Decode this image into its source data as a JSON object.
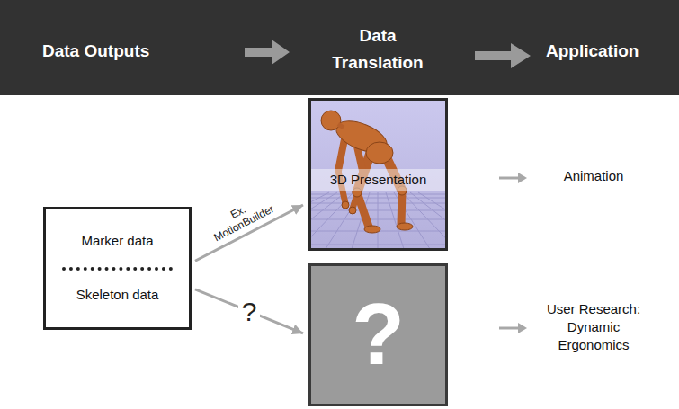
{
  "diagram": {
    "nodes": [
      {
        "text": [
          "Marker data",
          "Skeleton data"
        ]
      },
      {
        "text": [
          "3D Presentation"
        ]
      },
      {
        "text": [
          "?"
        ]
      }
    ],
    "edges": [
      {
        "from": 0,
        "to": 1,
        "label": "Ex. MotionBuilder",
        "arrow": "to"
      },
      {
        "from": 0,
        "to": 2,
        "label": "?",
        "arrow": "to"
      }
    ],
    "labels": [
      "Data Outputs",
      "Data Translation",
      "Application",
      "Animation",
      "User Research: Dynamic Ergonomics"
    ]
  }
}
